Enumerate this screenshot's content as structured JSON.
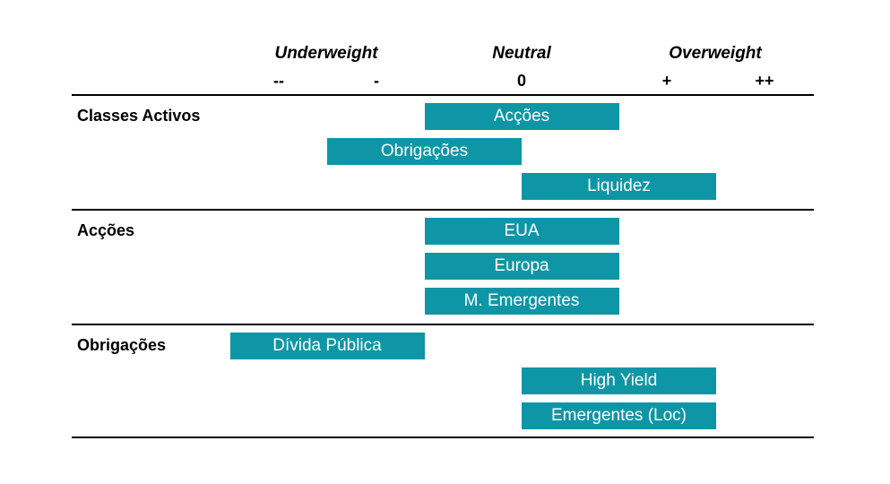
{
  "chart_data": {
    "type": "bar",
    "scale_headers": [
      "Underweight",
      "Neutral",
      "Overweight"
    ],
    "scale_ticks": [
      "--",
      "-",
      "0",
      "+",
      "++"
    ],
    "sections": [
      {
        "title": "Classes Activos",
        "items": [
          {
            "label": "Acções",
            "from": -0.5,
            "to": 0.5
          },
          {
            "label": "Obrigações",
            "from": -1.0,
            "to": 0.0
          },
          {
            "label": "Liquidez",
            "from": 0.0,
            "to": 1.0
          }
        ]
      },
      {
        "title": "Acções",
        "items": [
          {
            "label": "EUA",
            "from": -0.5,
            "to": 0.5
          },
          {
            "label": "Europa",
            "from": -0.5,
            "to": 0.5
          },
          {
            "label": "M. Emergentes",
            "from": -0.5,
            "to": 0.5
          }
        ]
      },
      {
        "title": "Obrigações",
        "items": [
          {
            "label": "Dívida Pública",
            "from": -1.5,
            "to": -0.5
          },
          {
            "label": "High Yield",
            "from": 0.0,
            "to": 1.0
          },
          {
            "label": "Emergentes (Loc)",
            "from": 0.0,
            "to": 1.0
          }
        ]
      }
    ],
    "bar_color": "#0e96a6"
  }
}
